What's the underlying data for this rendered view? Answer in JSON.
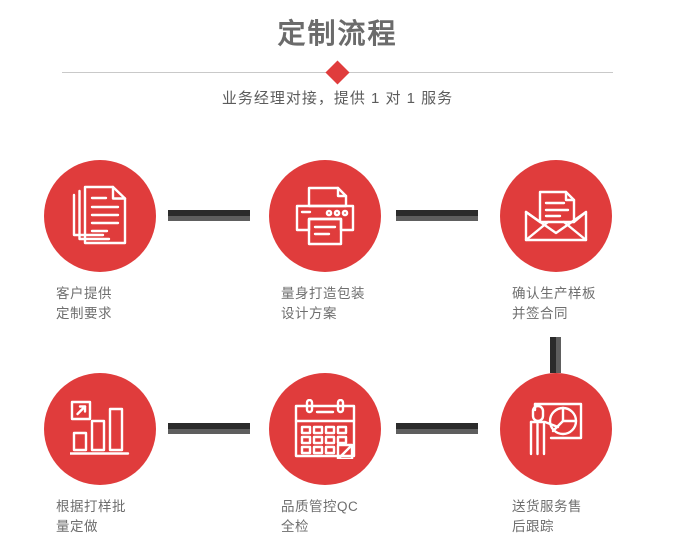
{
  "header": {
    "title": "定制流程",
    "subtitle": "业务经理对接，提供 1 对 1 服务",
    "divider_icon": "diamond-icon",
    "title_color": "#6b6b6b",
    "accent_color": "#e03c3c",
    "divider_color": "#c9c9c9"
  },
  "colors": {
    "circle_red": "#e03c3c",
    "connector_dark": "#2b2b2b",
    "connector_gray": "#5e5e5e",
    "label_gray": "#6e6e6e"
  },
  "steps": [
    {
      "index": "1",
      "icon": "documents-stack-icon",
      "label": "客户提供\n定制要求"
    },
    {
      "index": "2",
      "icon": "printer-icon",
      "label": "量身打造包装\n设计方案"
    },
    {
      "index": "3",
      "icon": "envelope-document-icon",
      "label": "确认生产样板\n并签合同"
    },
    {
      "index": "4",
      "icon": "bar-chart-growth-icon",
      "label": "根据打样批\n量定做"
    },
    {
      "index": "5",
      "icon": "calendar-check-icon",
      "label": "品质管控QC\n全检"
    },
    {
      "index": "6",
      "icon": "presenter-pie-chart-icon",
      "label": "送货服务售\n后跟踪"
    }
  ],
  "connectors": [
    {
      "name": "connector-step1-step2",
      "orientation": "horizontal"
    },
    {
      "name": "connector-step2-step3",
      "orientation": "horizontal"
    },
    {
      "name": "connector-step3-step6",
      "orientation": "vertical"
    },
    {
      "name": "connector-step4-step5",
      "orientation": "horizontal"
    },
    {
      "name": "connector-step5-step6",
      "orientation": "horizontal"
    }
  ]
}
